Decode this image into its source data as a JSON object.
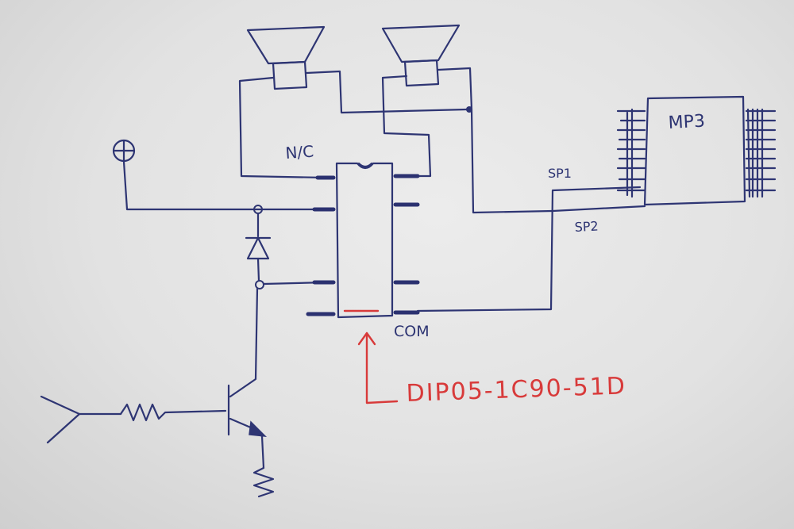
{
  "labels": {
    "nc": "N/C",
    "mp3": "MP3",
    "sp1": "SP1",
    "sp2": "SP2",
    "com": "COM",
    "part_number": "DIP05-1C90-51D"
  },
  "colors": {
    "ink": "#2e3573",
    "annotation": "#d83a3a",
    "paper": "#e6e6e6"
  },
  "components": {
    "speakers": 2,
    "relay_pins_per_side": 4,
    "mp3_left_pins": 8,
    "mp3_right_pins": 8
  }
}
